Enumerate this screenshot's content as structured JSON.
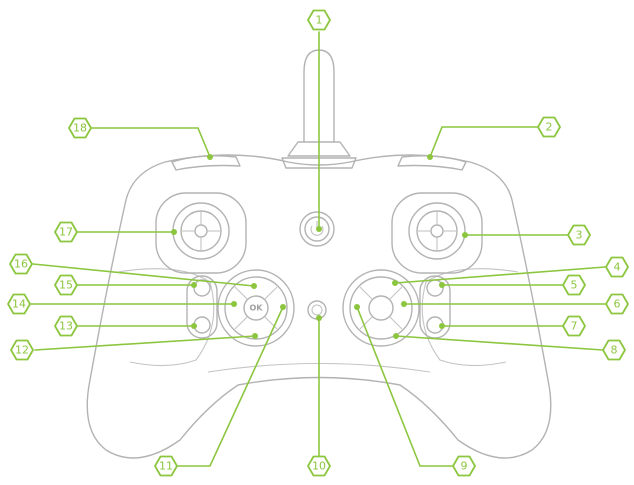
{
  "diagram": {
    "callouts": [
      "1",
      "2",
      "3",
      "4",
      "5",
      "6",
      "7",
      "8",
      "9",
      "10",
      "11",
      "12",
      "13",
      "14",
      "15",
      "16",
      "17",
      "18"
    ],
    "ok_label": "OK",
    "colors": {
      "accent": "#8cc63f",
      "outline": "#b3b3b3"
    }
  }
}
